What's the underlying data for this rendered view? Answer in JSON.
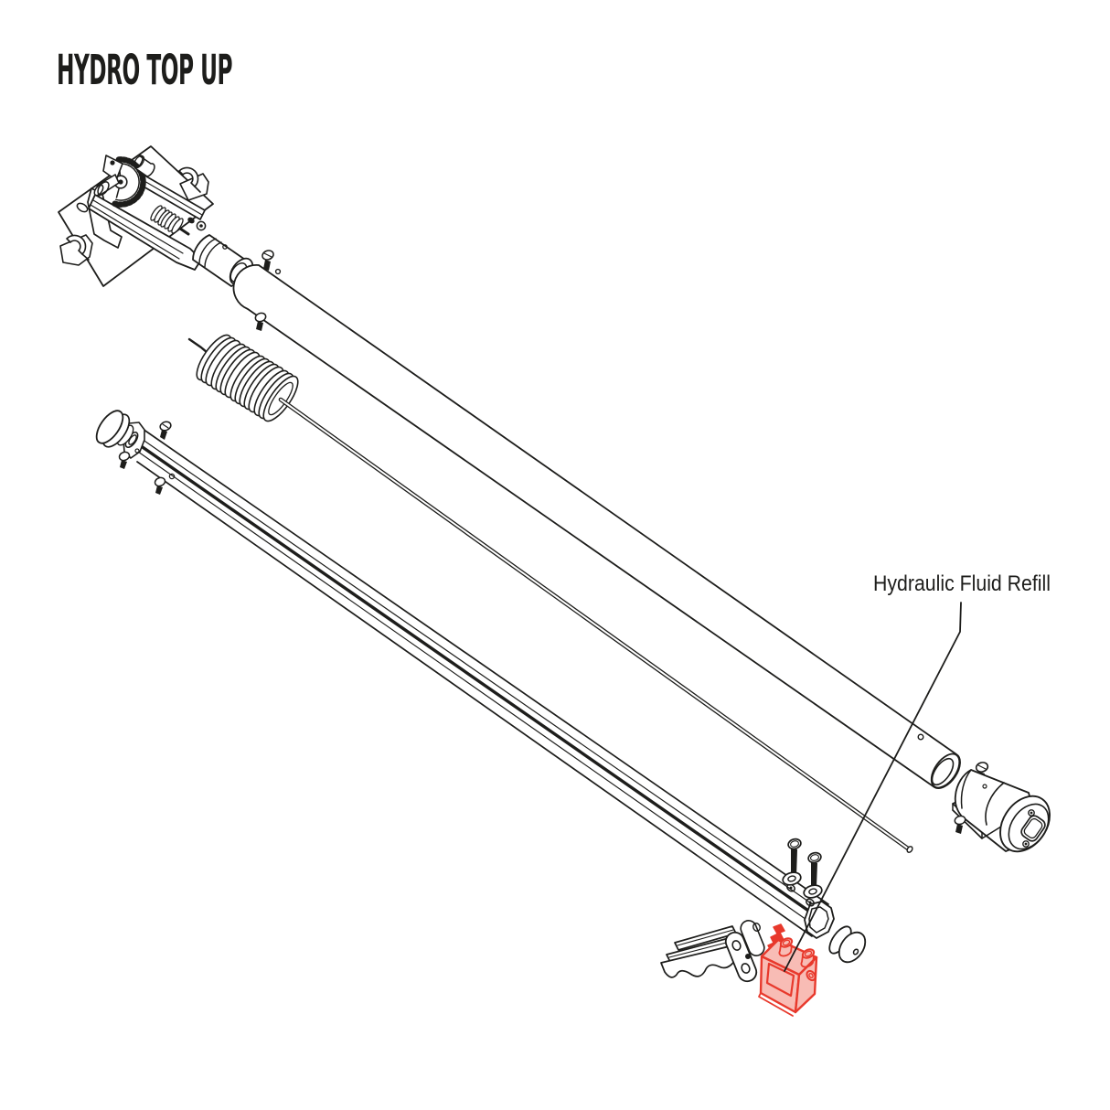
{
  "title": "HYDRO TOP UP",
  "callout": {
    "label": "Hydraulic Fluid Refill"
  },
  "colors": {
    "background": "#ffffff",
    "line": "#1d1d1b",
    "highlight_stroke": "#e8392c",
    "highlight_fill": "#f8bcb5"
  },
  "parts": {
    "highlighted": "hydraulic-fluid-reservoir",
    "assemblies": [
      "gearbox-winch-assembly",
      "outer-tube",
      "tension-spring",
      "pull-rod",
      "inner-hex-tube",
      "hex-tube-end-cap",
      "mounting-bolts-and-washers",
      "release-handle-assembly",
      "hydraulic-fluid-reservoir",
      "end-plug-knob",
      "socket-end-fitting"
    ]
  }
}
